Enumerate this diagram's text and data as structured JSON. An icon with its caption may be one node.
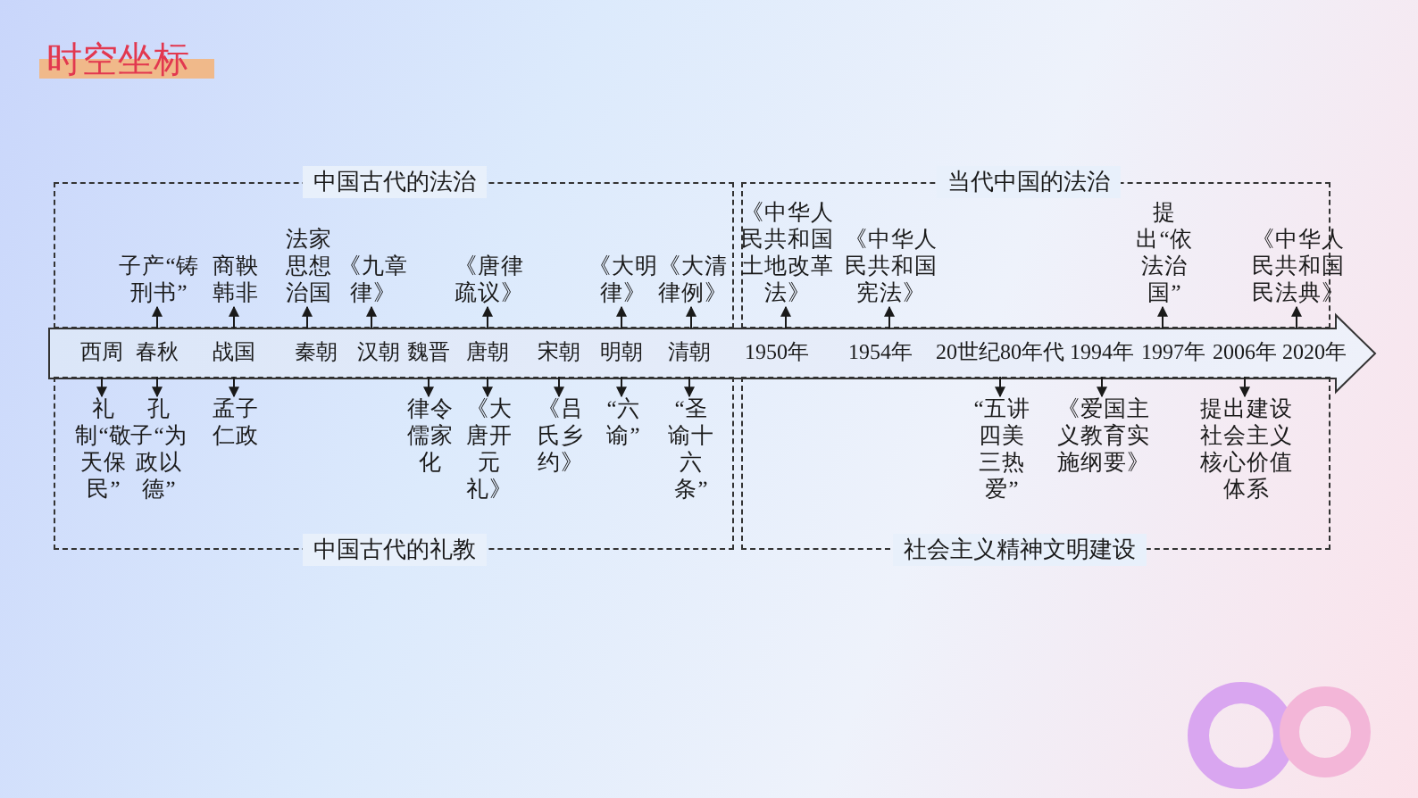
{
  "diagram": {
    "title": "时空坐标",
    "nodes": [
      {
        "text": [
          "中国古代的法治"
        ]
      },
      {
        "text": [
          "子产“铸刑书”"
        ],
        "in": 0
      },
      {
        "text": [
          "商鞅韩非"
        ],
        "in": 0
      },
      {
        "text": [
          "法家思想治国"
        ],
        "in": 0
      },
      {
        "text": [
          "《九章律》"
        ],
        "in": 0
      },
      {
        "text": [
          "《唐律疏议》"
        ],
        "in": 0
      },
      {
        "text": [
          "《大明律》"
        ],
        "in": 0
      },
      {
        "text": [
          "《大清律例》"
        ],
        "in": 0
      },
      {
        "text": [
          "当代中国的法治"
        ]
      },
      {
        "text": [
          "《中华人民共和国土地改革法》"
        ],
        "in": 8
      },
      {
        "text": [
          "《中华人民共和国宪法》"
        ],
        "in": 8
      },
      {
        "text": [
          "提出“依法治国”"
        ],
        "in": 8
      },
      {
        "text": [
          "《中华人民共和国民法典》"
        ],
        "in": 8
      },
      {
        "text": [],
        "shape": "arrow"
      },
      {
        "text": [
          "西周"
        ],
        "in": 13
      },
      {
        "text": [
          "春秋"
        ],
        "in": 13
      },
      {
        "text": [
          "战国"
        ],
        "in": 13
      },
      {
        "text": [
          "秦朝"
        ],
        "in": 13
      },
      {
        "text": [
          "汉朝"
        ],
        "in": 13
      },
      {
        "text": [
          "魏晋"
        ],
        "in": 13
      },
      {
        "text": [
          "唐朝"
        ],
        "in": 13
      },
      {
        "text": [
          "宋朝"
        ],
        "in": 13
      },
      {
        "text": [
          "明朝"
        ],
        "in": 13
      },
      {
        "text": [
          "清朝"
        ],
        "in": 13
      },
      {
        "text": [
          "1950年"
        ],
        "in": 13
      },
      {
        "text": [
          "1954年"
        ],
        "in": 13
      },
      {
        "text": [
          "20世纪80年代"
        ],
        "in": 13
      },
      {
        "text": [
          "1994年"
        ],
        "in": 13
      },
      {
        "text": [
          "1997年"
        ],
        "in": 13
      },
      {
        "text": [
          "2006年"
        ],
        "in": 13
      },
      {
        "text": [
          "2020年"
        ],
        "in": 13
      },
      {
        "text": [
          "中国古代的礼教"
        ]
      },
      {
        "text": [
          "礼制“敬天保民”"
        ],
        "in": 31
      },
      {
        "text": [
          "孔子“为政以德”"
        ],
        "in": 31
      },
      {
        "text": [
          "孟子仁政"
        ],
        "in": 31
      },
      {
        "text": [
          "律令儒家化"
        ],
        "in": 31
      },
      {
        "text": [
          "《大唐开元礼》"
        ],
        "in": 31
      },
      {
        "text": [
          "《吕氏乡约》"
        ],
        "in": 31
      },
      {
        "text": [
          "“六谕”"
        ],
        "in": 31
      },
      {
        "text": [
          "“圣谕十六条”"
        ],
        "in": 31
      },
      {
        "text": [
          "社会主义精神文明建设"
        ]
      },
      {
        "text": [
          "“五讲四美三热爱”"
        ],
        "in": 40
      },
      {
        "text": [
          "《爱国主义教育实施纲要》"
        ],
        "in": 40
      },
      {
        "text": [
          "提出建设社会主义核心价值体系"
        ],
        "in": 40
      }
    ],
    "edges": [
      {
        "from": 15,
        "to": 1,
        "arrow": "to"
      },
      {
        "from": 16,
        "to": 2,
        "arrow": "to"
      },
      {
        "from": 17,
        "to": 3,
        "arrow": "to"
      },
      {
        "from": 18,
        "to": 4,
        "arrow": "to"
      },
      {
        "from": 20,
        "to": 5,
        "arrow": "to"
      },
      {
        "from": 22,
        "to": 6,
        "arrow": "to"
      },
      {
        "from": 23,
        "to": 7,
        "arrow": "to"
      },
      {
        "from": 24,
        "to": 9,
        "arrow": "to"
      },
      {
        "from": 25,
        "to": 10,
        "arrow": "to"
      },
      {
        "from": 28,
        "to": 11,
        "arrow": "to"
      },
      {
        "from": 30,
        "to": 12,
        "arrow": "to"
      },
      {
        "from": 14,
        "to": 32,
        "arrow": "to"
      },
      {
        "from": 15,
        "to": 33,
        "arrow": "to"
      },
      {
        "from": 16,
        "to": 34,
        "arrow": "to"
      },
      {
        "from": 19,
        "to": 35,
        "arrow": "to"
      },
      {
        "from": 20,
        "to": 36,
        "arrow": "to"
      },
      {
        "from": 21,
        "to": 37,
        "arrow": "to"
      },
      {
        "from": 22,
        "to": 38,
        "arrow": "to"
      },
      {
        "from": 23,
        "to": 39,
        "arrow": "to"
      },
      {
        "from": 26,
        "to": 41,
        "arrow": "to"
      },
      {
        "from": 27,
        "to": 42,
        "arrow": "to"
      },
      {
        "from": 29,
        "to": 43,
        "arrow": "to"
      }
    ]
  }
}
